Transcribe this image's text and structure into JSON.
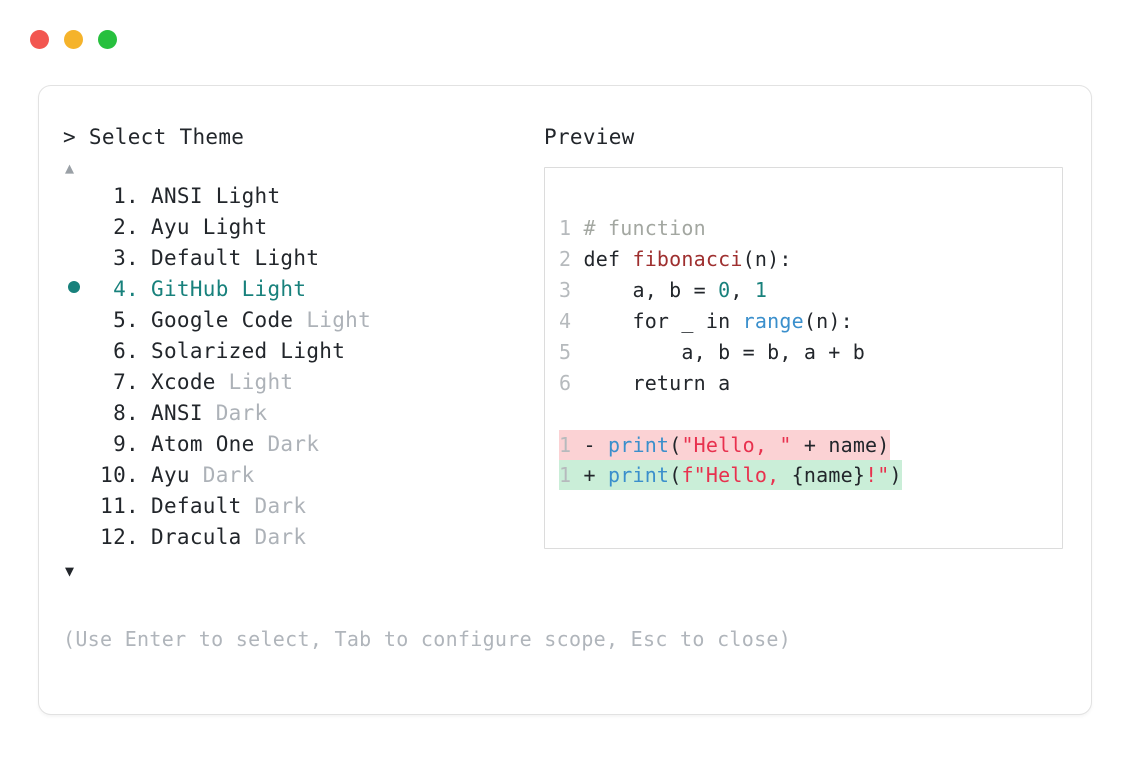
{
  "window": {
    "dots": [
      {
        "name": "close",
        "color": "#f25650"
      },
      {
        "name": "minimize",
        "color": "#f5b32b"
      },
      {
        "name": "maximize",
        "color": "#27c03e"
      }
    ]
  },
  "prompt": {
    "caret": ">",
    "title": "Select Theme"
  },
  "scroll": {
    "up": "▲",
    "down": "▼"
  },
  "selection": {
    "selected_index": 4,
    "accent_color": "#18817c",
    "bullet": "●"
  },
  "themes": [
    {
      "index": "1.",
      "name": "ANSI Light",
      "variant": "",
      "selected": false
    },
    {
      "index": "2.",
      "name": "Ayu Light",
      "variant": "",
      "selected": false
    },
    {
      "index": "3.",
      "name": "Default Light",
      "variant": "",
      "selected": false
    },
    {
      "index": "4.",
      "name": "GitHub Light",
      "variant": "",
      "selected": true
    },
    {
      "index": "5.",
      "name": "Google Code",
      "variant": "Light",
      "selected": false
    },
    {
      "index": "6.",
      "name": "Solarized Light",
      "variant": "",
      "selected": false
    },
    {
      "index": "7.",
      "name": "Xcode",
      "variant": "Light",
      "selected": false
    },
    {
      "index": "8.",
      "name": "ANSI",
      "variant": "Dark",
      "selected": false
    },
    {
      "index": "9.",
      "name": "Atom One",
      "variant": "Dark",
      "selected": false
    },
    {
      "index": "10.",
      "name": "Ayu",
      "variant": "Dark",
      "selected": false
    },
    {
      "index": "11.",
      "name": "Default",
      "variant": "Dark",
      "selected": false
    },
    {
      "index": "12.",
      "name": "Dracula",
      "variant": "Dark",
      "selected": false
    }
  ],
  "hint": "(Use Enter to select, Tab to configure scope, Esc to close)",
  "preview": {
    "label": "Preview",
    "border_color": "#dcdcdc",
    "code_lines": [
      {
        "ln": "1",
        "tokens": [
          {
            "t": "# function",
            "c": "comment"
          }
        ]
      },
      {
        "ln": "2",
        "tokens": [
          {
            "t": "def ",
            "c": "plain"
          },
          {
            "t": "fibonacci",
            "c": "func"
          },
          {
            "t": "(n):",
            "c": "plain"
          }
        ]
      },
      {
        "ln": "3",
        "tokens": [
          {
            "t": "    a, b = ",
            "c": "plain"
          },
          {
            "t": "0",
            "c": "num"
          },
          {
            "t": ", ",
            "c": "plain"
          },
          {
            "t": "1",
            "c": "num"
          }
        ]
      },
      {
        "ln": "4",
        "tokens": [
          {
            "t": "    for _ in ",
            "c": "plain"
          },
          {
            "t": "range",
            "c": "builtin"
          },
          {
            "t": "(n):",
            "c": "plain"
          }
        ]
      },
      {
        "ln": "5",
        "tokens": [
          {
            "t": "        a, b = b, a + b",
            "c": "plain"
          }
        ]
      },
      {
        "ln": "6",
        "tokens": [
          {
            "t": "    return a",
            "c": "plain"
          }
        ]
      }
    ],
    "diff_lines": [
      {
        "ln": "1",
        "marker": "-",
        "kind": "del",
        "background": "#fbd2d4",
        "tokens": [
          {
            "t": "print",
            "c": "builtin"
          },
          {
            "t": "(",
            "c": "plain"
          },
          {
            "t": "\"Hello, \"",
            "c": "str"
          },
          {
            "t": " + name)",
            "c": "plain"
          }
        ]
      },
      {
        "ln": "1",
        "marker": "+",
        "kind": "add",
        "background": "#caeed8",
        "tokens": [
          {
            "t": "print",
            "c": "builtin"
          },
          {
            "t": "(",
            "c": "plain"
          },
          {
            "t": "f\"Hello, ",
            "c": "str"
          },
          {
            "t": "{name}",
            "c": "plain"
          },
          {
            "t": "!\"",
            "c": "str"
          },
          {
            "t": ")",
            "c": "plain"
          }
        ]
      }
    ]
  }
}
